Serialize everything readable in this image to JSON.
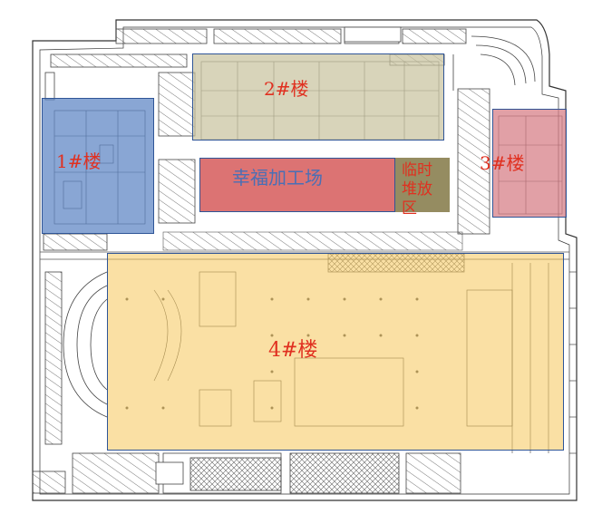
{
  "zones": {
    "b1": {
      "label": "1#楼",
      "fill": "#5b84c4",
      "stroke": "#2f5597",
      "text_color": "#e03020"
    },
    "b2": {
      "label": "2#楼",
      "fill": "#c9c3a0",
      "stroke": "#2f5597",
      "text_color": "#e03020"
    },
    "b3": {
      "label": "3#楼",
      "fill": "#d67c84",
      "stroke": "#2f5597",
      "text_color": "#e03020"
    },
    "b4": {
      "label": "4#楼",
      "fill": "#f6c65a",
      "stroke": "#2f5597",
      "text_color": "#e03020"
    },
    "processing": {
      "label": "幸福加工场",
      "fill": "#d24b4b",
      "stroke": "#2f5597",
      "text_color": "#4a6fb5"
    },
    "stacking": {
      "label": "临时堆放区",
      "lines": [
        "临时",
        "堆放",
        "区"
      ],
      "fill": "#8a8050",
      "text_color": "#e03020"
    }
  },
  "drawing": {
    "line_color": "#333333",
    "hatch_color": "#555555"
  }
}
